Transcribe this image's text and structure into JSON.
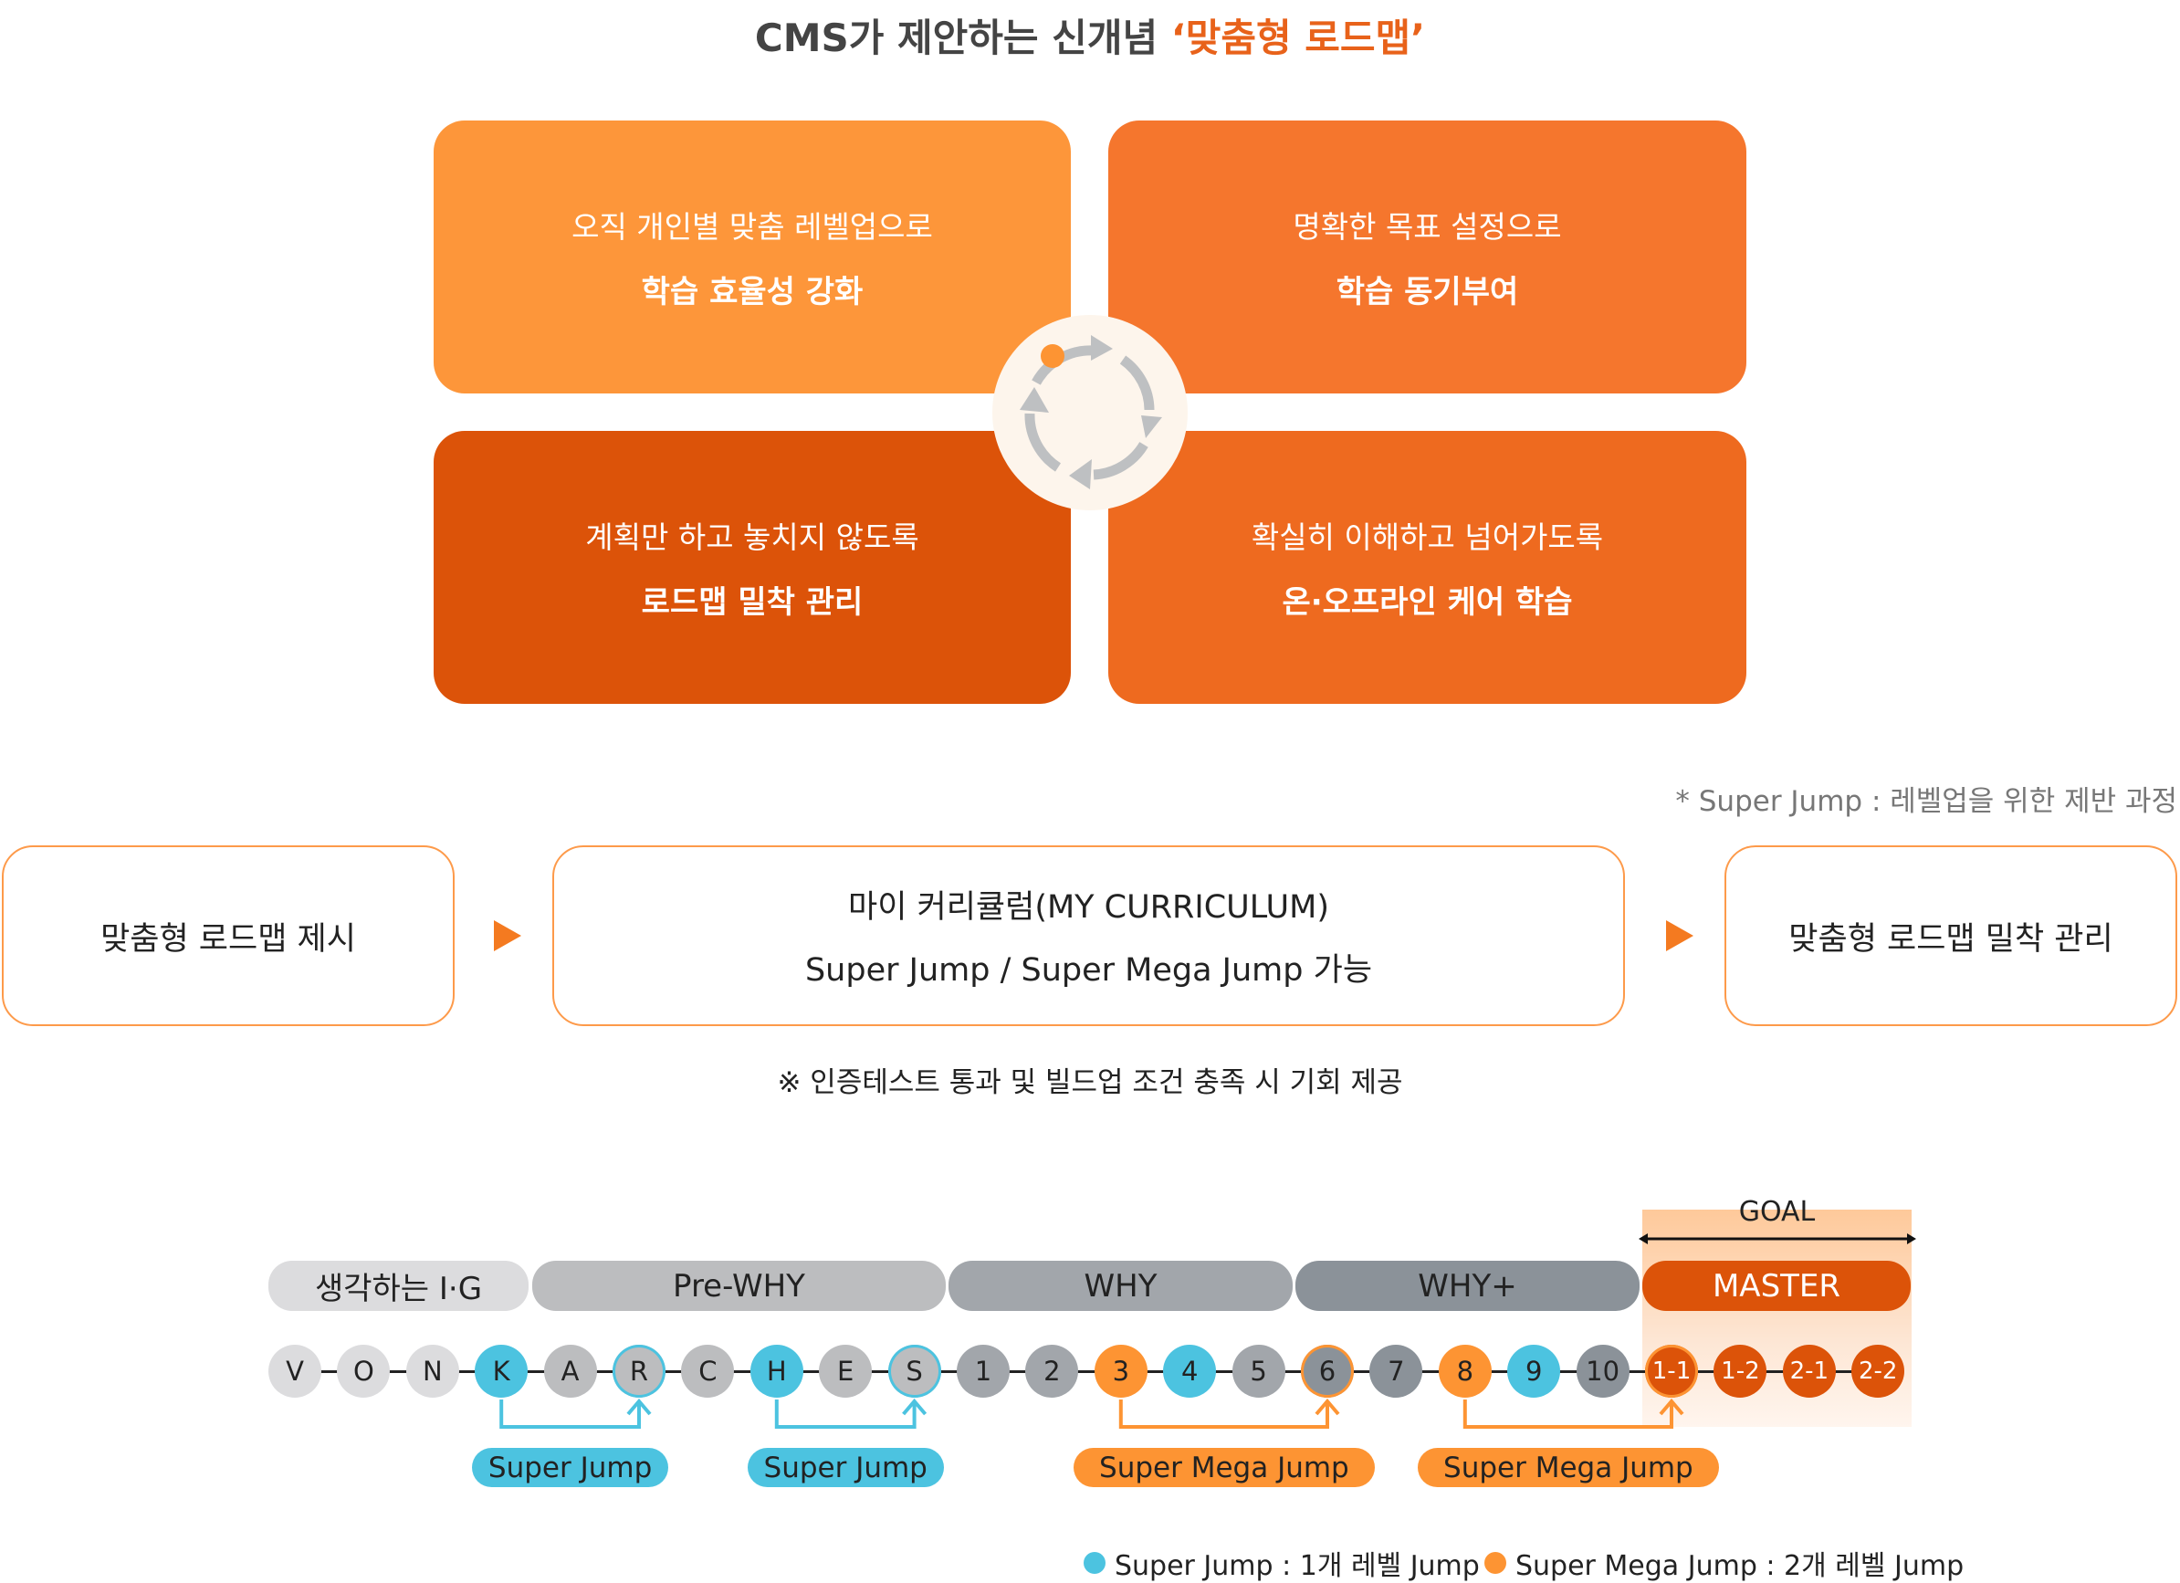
{
  "title": {
    "prefix": "CMS가 제안하는 신개념 ",
    "highlight": "‘맞춤형 로드맵’"
  },
  "cards": [
    {
      "line1": "오직 개인별 맞춤 레벨업으로",
      "line2": "학습 효율성 강화",
      "color": "#fd963a"
    },
    {
      "line1": "명확한 목표 설정으로",
      "line2": "학습 동기부여",
      "color": "#f5762d"
    },
    {
      "line1": "계획만 하고 놓치지 않도록",
      "line2": "로드맵 밀착 관리",
      "color": "#dc5309"
    },
    {
      "line1": "확실히 이해하고 넘어가도록",
      "line2": "온·오프라인 케어 학습",
      "color": "#ee6a1f"
    }
  ],
  "note_top": "* Super Jump : 레벨업을 위한 제반 과정",
  "flow": {
    "step1": "맞춤형 로드맵 제시",
    "step2_line1": "마이 커리큘럼(MY CURRICULUM)",
    "step2_line2": "Super Jump / Super Mega Jump 가능",
    "step3": "맞춤형 로드맵 밀착 관리"
  },
  "note_mid": "※ 인증테스트 통과 및 빌드업 조건 충족 시 기회 제공",
  "goal": "GOAL",
  "bands": [
    {
      "label": "생각하는 I·G",
      "color": "#dcdcde",
      "text": "#222"
    },
    {
      "label": "Pre-WHY",
      "color": "#bcbdbf",
      "text": "#222"
    },
    {
      "label": "WHY",
      "color": "#a2a6ab",
      "text": "#222"
    },
    {
      "label": "WHY+",
      "color": "#8b9299",
      "text": "#222"
    },
    {
      "label": "MASTER",
      "color": "#dc5309",
      "text": "#fff"
    }
  ],
  "nodes": [
    {
      "l": "V",
      "f": "#dcdcde"
    },
    {
      "l": "O",
      "f": "#dcdcde"
    },
    {
      "l": "N",
      "f": "#dcdcde"
    },
    {
      "l": "K",
      "f": "#4cc3e0"
    },
    {
      "l": "A",
      "f": "#bcbdbf"
    },
    {
      "l": "R",
      "f": "#bcbdbf",
      "r": "#4cc3e0"
    },
    {
      "l": "C",
      "f": "#bcbdbf"
    },
    {
      "l": "H",
      "f": "#4cc3e0"
    },
    {
      "l": "E",
      "f": "#bcbdbf"
    },
    {
      "l": "S",
      "f": "#bcbdbf",
      "r": "#4cc3e0"
    },
    {
      "l": "1",
      "f": "#a2a6ab"
    },
    {
      "l": "2",
      "f": "#a2a6ab"
    },
    {
      "l": "3",
      "f": "#fd9433"
    },
    {
      "l": "4",
      "f": "#4cc3e0"
    },
    {
      "l": "5",
      "f": "#a2a6ab"
    },
    {
      "l": "6",
      "f": "#8b9299",
      "r": "#fd9433"
    },
    {
      "l": "7",
      "f": "#8b9299"
    },
    {
      "l": "8",
      "f": "#fd9433"
    },
    {
      "l": "9",
      "f": "#4cc3e0"
    },
    {
      "l": "10",
      "f": "#8b9299"
    },
    {
      "l": "1-1",
      "f": "#dc5309",
      "r": "#fd9433",
      "t": "#fff"
    },
    {
      "l": "1-2",
      "f": "#dc5309",
      "t": "#fff"
    },
    {
      "l": "2-1",
      "f": "#dc5309",
      "t": "#fff"
    },
    {
      "l": "2-2",
      "f": "#dc5309",
      "t": "#fff"
    }
  ],
  "jumps": [
    {
      "from": 3,
      "to": 5,
      "label": "Super Jump",
      "color": "#4cc3e0"
    },
    {
      "from": 7,
      "to": 9,
      "label": "Super Jump",
      "color": "#4cc3e0"
    },
    {
      "from": 12,
      "to": 15,
      "label": "Super Mega Jump",
      "color": "#fd9433"
    },
    {
      "from": 17,
      "to": 20,
      "label": "Super Mega Jump",
      "color": "#fd9433"
    }
  ],
  "legend": [
    {
      "label": "Super Jump : 1개 레벨 Jump",
      "color": "#4cc3e0"
    },
    {
      "label": "Super Mega Jump : 2개 레벨 Jump",
      "color": "#fd9433"
    }
  ]
}
